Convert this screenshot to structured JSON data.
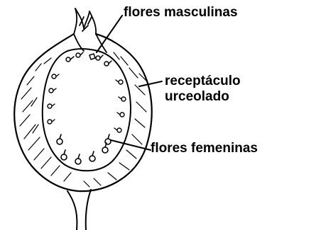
{
  "labels": {
    "male_flowers": "flores masculinas",
    "receptacle_line1": "receptáculo",
    "receptacle_line2": "urceolado",
    "female_flowers": "flores femeninas"
  },
  "colors": {
    "ink": "#000000",
    "background": "#ffffff"
  }
}
